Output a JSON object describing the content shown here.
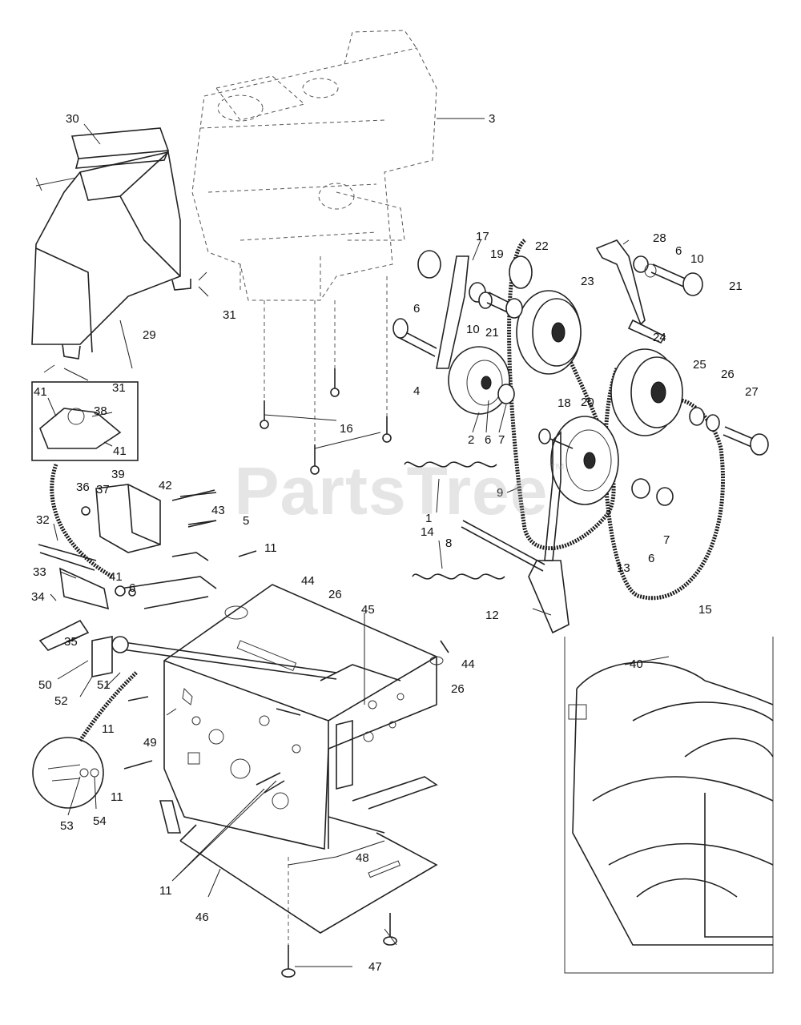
{
  "watermark": {
    "text": "PartsTree",
    "mark": "™"
  },
  "callouts": {
    "c30": "30",
    "c3": "3",
    "c17": "17",
    "c22": "22",
    "c28": "28",
    "c6a": "6",
    "c10a": "10",
    "c19": "19",
    "c6b": "6",
    "c10b": "10",
    "c21a": "21",
    "c21b": "21",
    "c23": "23",
    "c31a": "31",
    "c29": "29",
    "c4": "4",
    "c24": "24",
    "c25": "25",
    "c26a": "26",
    "c27": "27",
    "c31b": "31",
    "c41a": "41",
    "c38": "38",
    "c41b": "41",
    "c18": "18",
    "c20": "20",
    "c16": "16",
    "c2": "2",
    "c6c": "6",
    "c7a": "7",
    "c9": "9",
    "c1": "1",
    "c36": "36",
    "c37": "37",
    "c39": "39",
    "c42": "42",
    "c43": "43",
    "c5": "5",
    "c32": "32",
    "c8": "8",
    "c6d": "6",
    "c7b": "7",
    "c11a": "11",
    "c14": "14",
    "c33": "33",
    "c41c": "41",
    "c6e": "6",
    "c13": "13",
    "c15": "15",
    "c34": "34",
    "c44a": "44",
    "c26b": "26",
    "c45": "45",
    "c12": "12",
    "c35": "35",
    "c44b": "44",
    "c26c": "26",
    "c40": "40",
    "c50": "50",
    "c51": "51",
    "c52": "52",
    "c11b": "11",
    "c49": "49",
    "c11c": "11",
    "c53": "53",
    "c54": "54",
    "c48": "48",
    "c11d": "11",
    "c46": "46",
    "c47": "47"
  }
}
